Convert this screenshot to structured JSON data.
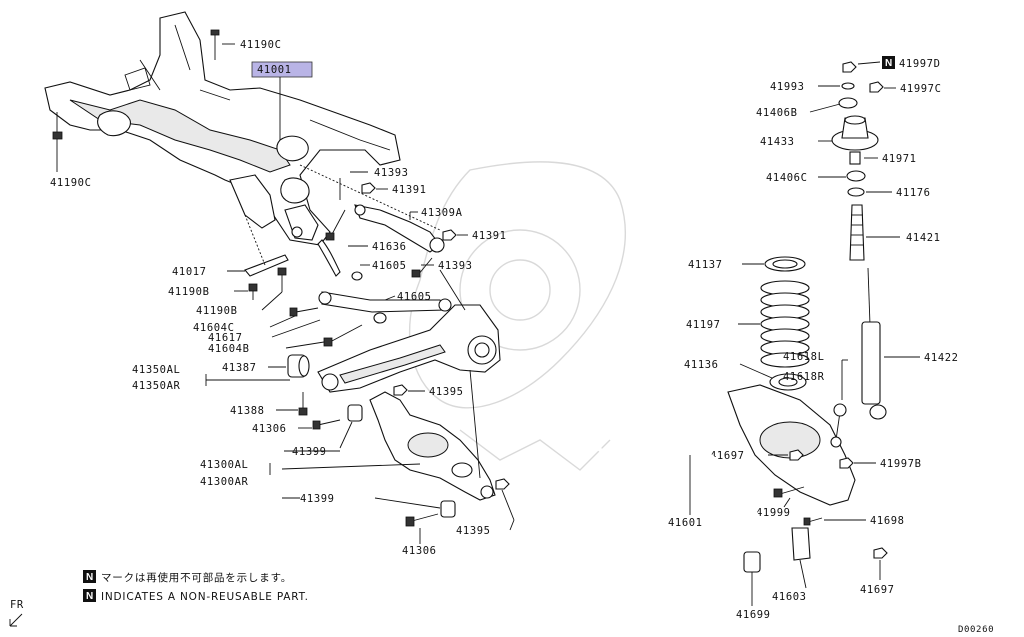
{
  "diagram": {
    "highlight_label": "41001",
    "parts": {
      "p41190C_top": "41190C",
      "p41190C_left": "41190C",
      "p41393_a": "41393",
      "p41391_a": "41391",
      "p41309A": "41309A",
      "p41391_b": "41391",
      "p41636": "41636",
      "p41605_a": "41605",
      "p41393_b": "41393",
      "p41017": "41017",
      "p41190B_a": "41190B",
      "p41190B_b": "41190B",
      "p41605_b": "41605",
      "p41604C": "41604C",
      "p41617": "41617",
      "p41604B": "41604B",
      "p41350AL": "41350AL",
      "p41350AR": "41350AR",
      "p41387": "41387",
      "p41395_a": "41395",
      "p41388": "41388",
      "p41306_a": "41306",
      "p41399_a": "41399",
      "p41300AL": "41300AL",
      "p41300AR": "41300AR",
      "p41399_b": "41399",
      "p41306_b": "41306",
      "p41395_b": "41395",
      "p41997D": "41997D",
      "p41993": "41993",
      "p41997C": "41997C",
      "p41406B": "41406B",
      "p41433": "41433",
      "p41971": "41971",
      "p41406C": "41406C",
      "p41176": "41176",
      "p41421": "41421",
      "p41137": "41137",
      "p41197": "41197",
      "p41422": "41422",
      "p41136": "41136",
      "p41618L": "41618L",
      "p41618R": "41618R",
      "p41697_a": "41697",
      "p41997B": "41997B",
      "p41999": "41999",
      "p41698": "41698",
      "p41601": "41601",
      "p41699": "41699",
      "p41603": "41603",
      "p41697_b": "41697"
    },
    "n_badge": "N",
    "legend_jp": "マークは再使用不可部品を示します。",
    "legend_en": "INDICATES A NON-REUSABLE PART.",
    "direction": "FR",
    "drawing_code": "D00260"
  }
}
